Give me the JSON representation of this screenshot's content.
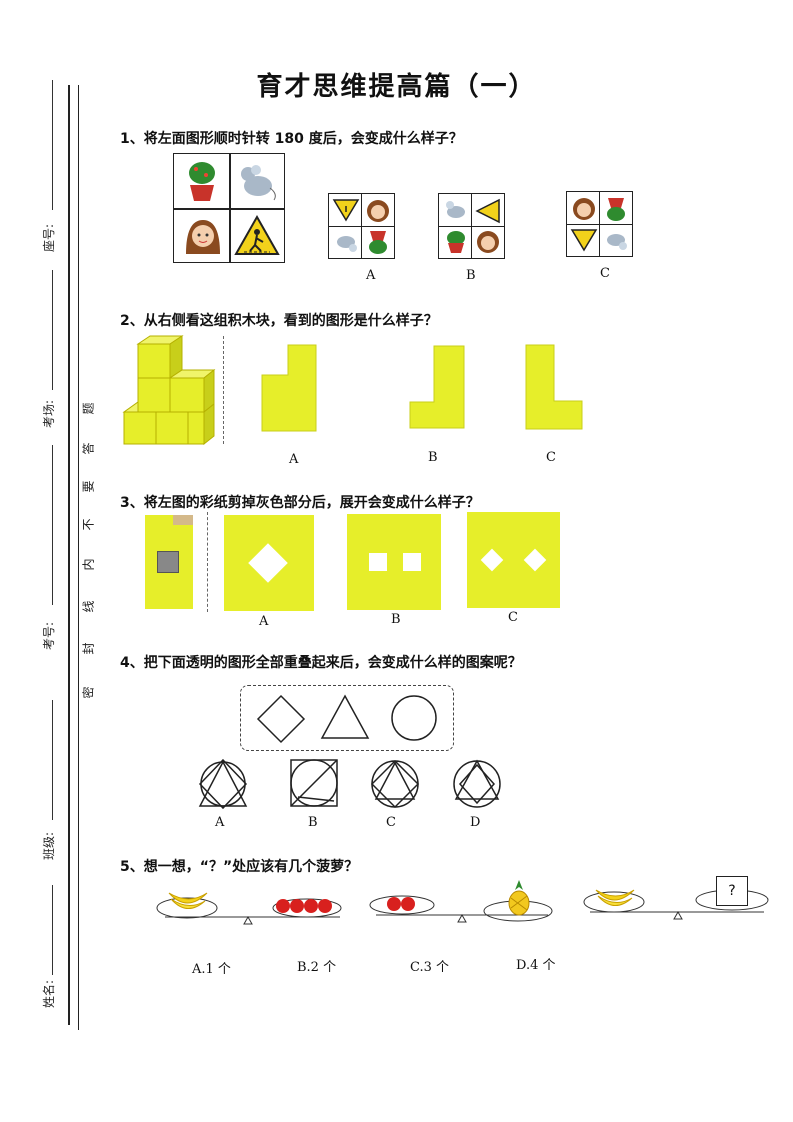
{
  "title": "育才思维提高篇（一）",
  "side": {
    "seat_label": "座号:",
    "room_label": "考场:",
    "number_label": "考号:",
    "class_label": "班级:",
    "name_label": "姓名:",
    "seal_text": [
      "密",
      "封",
      "线",
      "内",
      "不",
      "要",
      "答",
      "题"
    ]
  },
  "questions": [
    {
      "id": 1,
      "text": "1、将左面图形顺时针转 180 度后，会变成什么样子？",
      "options": [
        "A",
        "B",
        "C"
      ],
      "icons": {
        "plant": "potted-plant-icon",
        "mouse": "mouse-icon",
        "girl": "girl-icon",
        "sign": "pedestrian-sign-icon"
      }
    },
    {
      "id": 2,
      "text": "2、从右侧看这组积木块，看到的图形是什么样子？",
      "options": [
        "A",
        "B",
        "C"
      ]
    },
    {
      "id": 3,
      "text": "3、将左图的彩纸剪掉灰色部分后，展开会变成什么样子？",
      "options": [
        "A",
        "B",
        "C"
      ]
    },
    {
      "id": 4,
      "text": "4、把下面透明的图形全部重叠起来后，会变成什么样的图案呢？",
      "options": [
        "A",
        "B",
        "C",
        "D"
      ]
    },
    {
      "id": 5,
      "text": "5、想一想，“？”处应该有几个菠萝？",
      "question_mark": "?",
      "options": [
        "A.1 个",
        "B.2 个",
        "C.3 个",
        "D.4 个"
      ]
    }
  ],
  "colors": {
    "yellow": "#e6ee2a",
    "dark": "#222222",
    "gray": "#777777"
  }
}
